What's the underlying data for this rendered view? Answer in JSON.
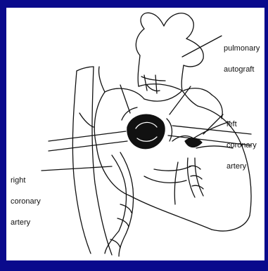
{
  "labels": {
    "pulmonary": [
      "pulmonary",
      "autograft"
    ],
    "left_coronary": [
      "left",
      "coronary",
      "artery"
    ],
    "right_coronary": [
      "right",
      "coronary",
      "artery"
    ]
  },
  "colors": {
    "border": "#0a0a8c",
    "paper": "#ffffff",
    "ink": "#111111"
  }
}
